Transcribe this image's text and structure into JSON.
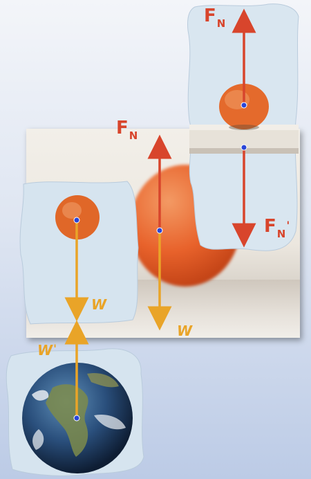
{
  "labels": {
    "fn_top": "F",
    "fn_top_sub": "N",
    "fn_mid": "F",
    "fn_mid_sub": "N",
    "fn_prime": "F",
    "fn_prime_sub": "N",
    "fn_prime_mark": "'",
    "w_left": "W",
    "w_mid": "W",
    "w_earth": "W",
    "w_earth_mark": "'"
  },
  "colors": {
    "normal_force": "#d8452c",
    "weight": "#e9a428",
    "point": "#2a46d8",
    "orange": "#e8602a"
  },
  "icons": [
    "orange-fruit",
    "earth-globe",
    "shelf"
  ]
}
